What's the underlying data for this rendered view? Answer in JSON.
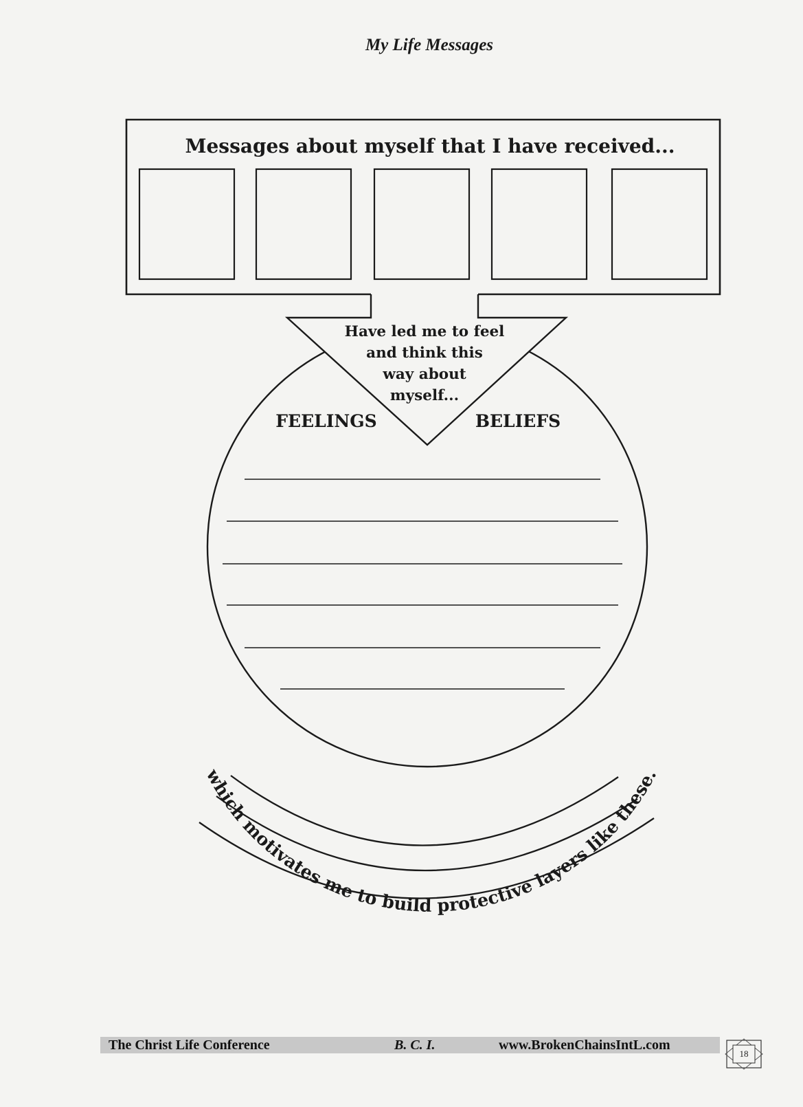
{
  "header": {
    "title": "My Life Messages"
  },
  "diagram": {
    "messages_heading": "Messages about myself that I have received...",
    "arrow_text_lines": [
      "Have led me to feel",
      "and think this",
      "way about",
      "myself..."
    ],
    "feelings_label": "FEELINGS",
    "beliefs_label": "BELIEFS",
    "arc_caption": "which motivates me to build protective layers like these."
  },
  "footer": {
    "left": "The Christ Life Conference",
    "center": "B. C. I.",
    "right": "www.BrokenChainsIntL.com",
    "page_number": "18"
  }
}
